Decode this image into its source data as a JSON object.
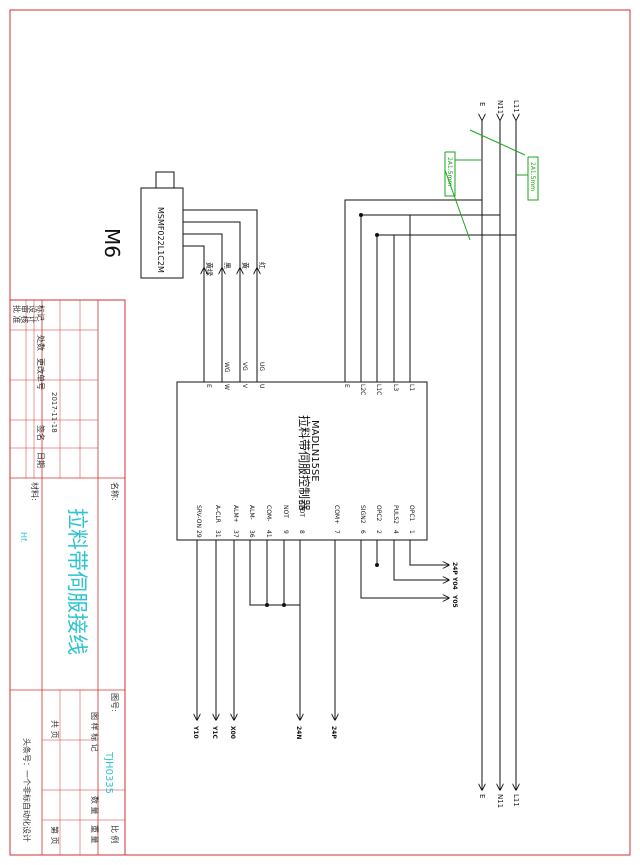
{
  "colors": {
    "frame": "#d03030",
    "line": "#111111",
    "breaker": "#1aa51a",
    "cyan": "#2ec4cf"
  },
  "motor": {
    "label": "M6",
    "model": "MSMF022L1C2M",
    "wires": [
      "红",
      "黄",
      "黑",
      "黄绿"
    ]
  },
  "driver": {
    "model": "MADLN15SE",
    "name": "拉料带伺服控制器",
    "power_pins": [
      "L1",
      "L3",
      "L1C",
      "L2C",
      "E"
    ],
    "motor_pins": [
      "U",
      "V",
      "W",
      "E"
    ],
    "motor_signals": [
      "UG",
      "VG",
      "WG"
    ],
    "io_pins": [
      {
        "num": "1",
        "name": "OPC1"
      },
      {
        "num": "4",
        "name": "PULS2"
      },
      {
        "num": "2",
        "name": "OPC2"
      },
      {
        "num": "6",
        "name": "SIGN2"
      },
      {
        "num": "7",
        "name": "COM+"
      },
      {
        "num": "8",
        "name": "POT"
      },
      {
        "num": "9",
        "name": "NOT"
      },
      {
        "num": "41",
        "name": "COM-"
      },
      {
        "num": "36",
        "name": "ALM-"
      },
      {
        "num": "37",
        "name": "ALM+"
      },
      {
        "num": "31",
        "name": "A-CLR"
      },
      {
        "num": "29",
        "name": "SRV-ON"
      }
    ]
  },
  "signals": {
    "right": [
      "24P",
      "Y04",
      "Y05"
    ],
    "bottom": [
      "Y10",
      "Y1C",
      "X00",
      "24N",
      "24P"
    ]
  },
  "mains": {
    "lines": [
      "L11",
      "N11",
      "E"
    ],
    "breaker1": "2A1.5mm",
    "breaker2": "2A1.5mm"
  },
  "title_block": {
    "name_label": "名称:",
    "title": "拉料带伺服接线",
    "material_label": "材料:",
    "material_value": "Hf.",
    "drawing_no_label": "图号:",
    "drawing_no": "TJH0335",
    "row_headers": [
      "标记",
      "处数",
      "更改单号",
      "签名",
      "日期"
    ],
    "roles": [
      "设 计",
      "审 核",
      "批 准"
    ],
    "date": "2017-11-18",
    "stage_label": "图 样 标 记",
    "qty_label": "数 量",
    "weight_label": "重 量",
    "ratio_label": "比 例",
    "total_label": "共  页",
    "page_label": "第  页",
    "footer": "头条号：一个非标自动化设计"
  }
}
